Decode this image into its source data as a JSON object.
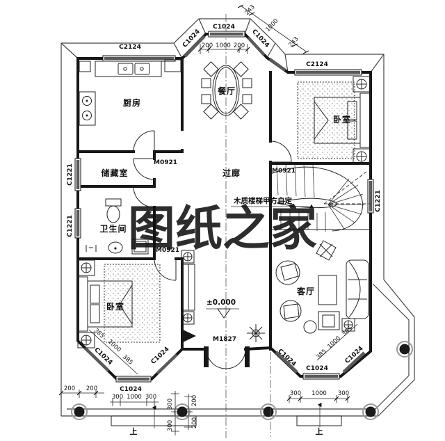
{
  "plan": {
    "watermark": {
      "text": "图纸之家",
      "color": "#d92f21"
    },
    "rooms": {
      "kitchen": "厨房",
      "dining": "餐厅",
      "storage": "储藏室",
      "bathroom": "卫生间",
      "hall": "过廊",
      "bedroom": "卧室",
      "living": "客厅"
    },
    "labels": {
      "stair_note": "木质楼梯甲方自定",
      "level": "±0.000",
      "up": "上"
    },
    "tags": {
      "window_c2124": "C2124",
      "window_c1024": "C1024",
      "window_c1221": "C1221",
      "door_m0921": "M0921",
      "door_m1827": "M1827"
    },
    "dims": {
      "d200": "200",
      "d243": "243",
      "d300": "300",
      "d385": "385",
      "d1000": "1000"
    },
    "colors": {
      "line": "#161616",
      "window_band": "#5a5a5a"
    }
  }
}
